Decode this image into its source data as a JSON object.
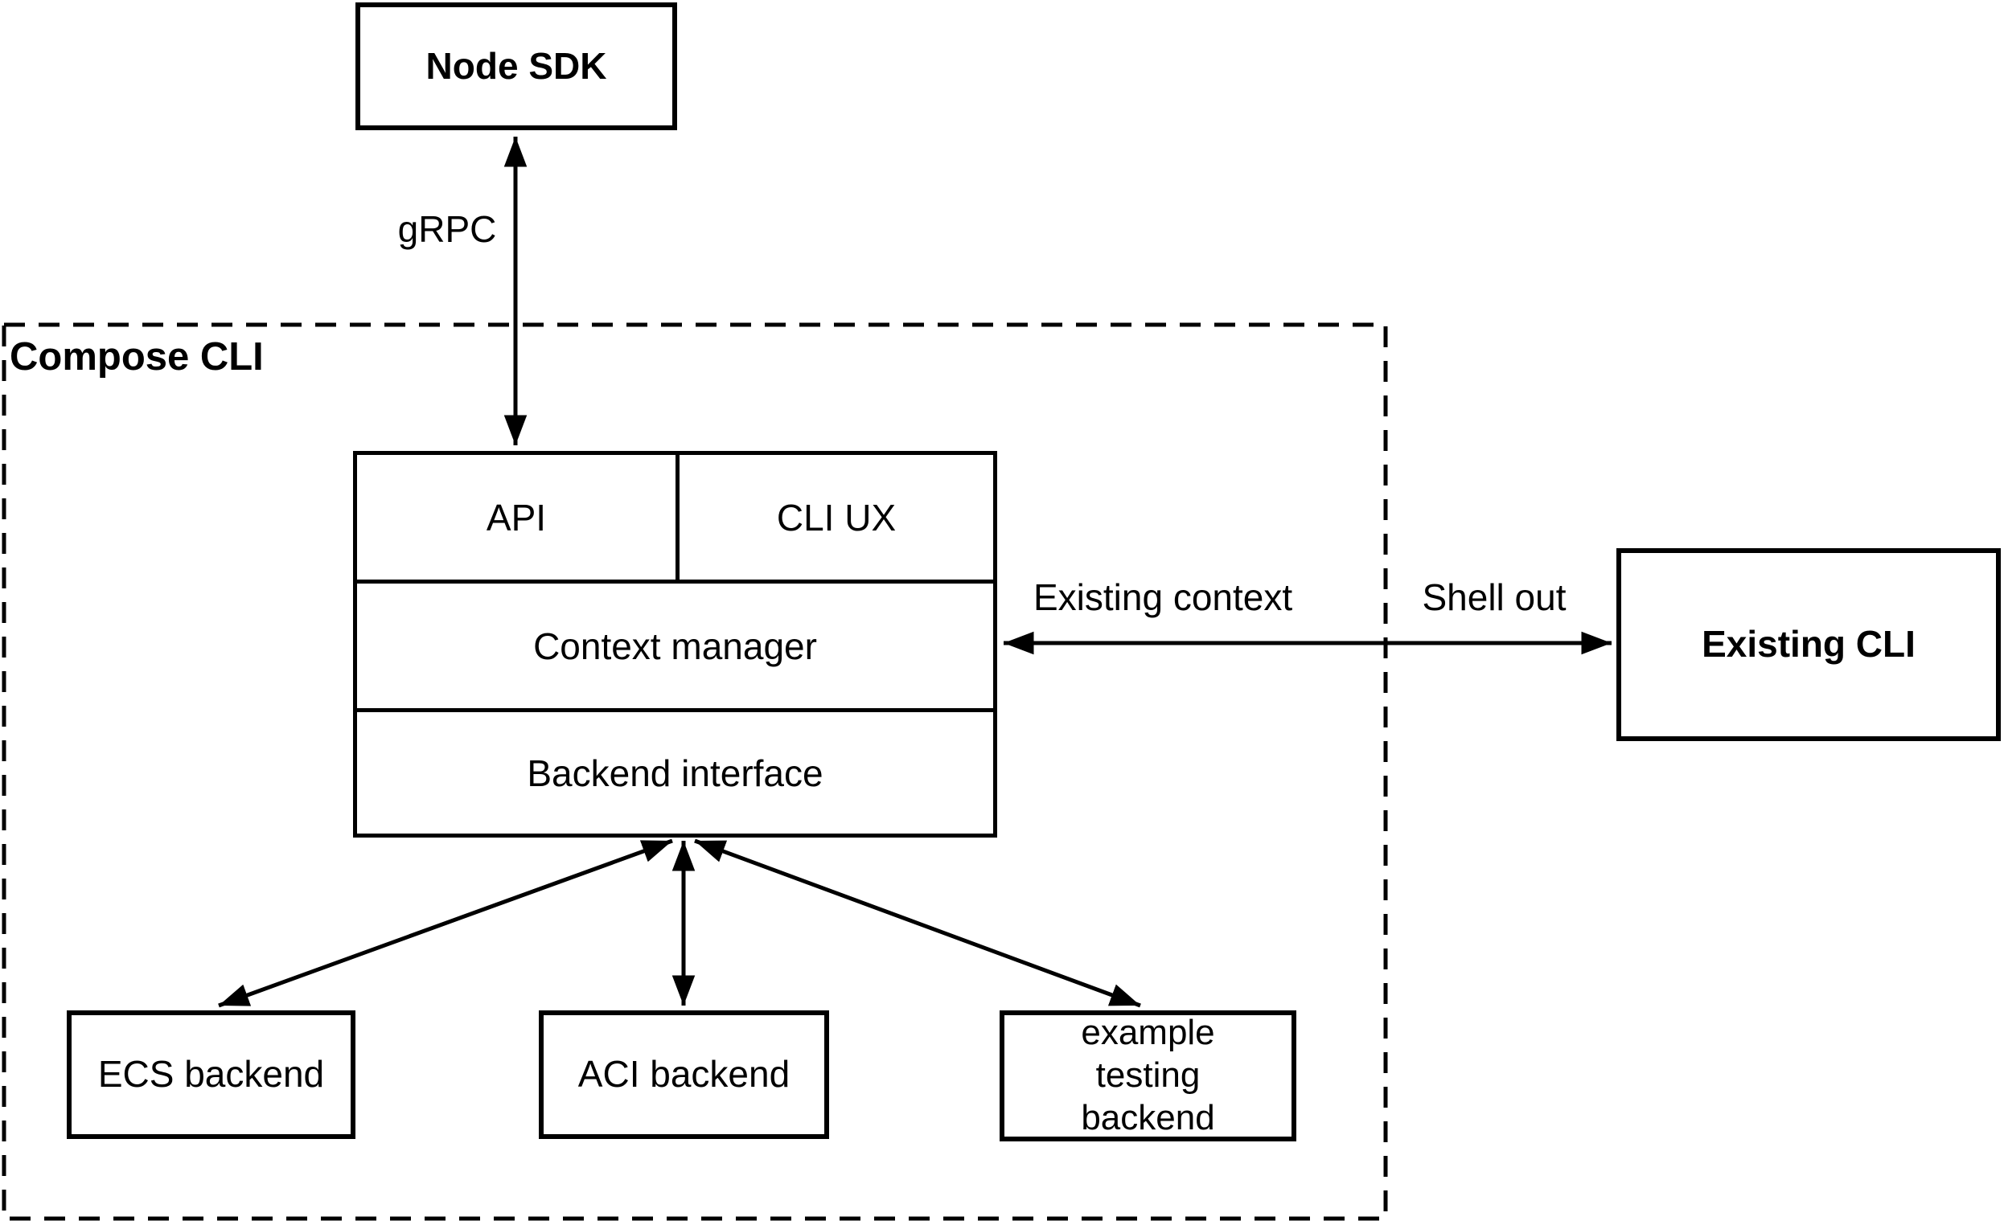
{
  "canvas": {
    "background": "#ffffff",
    "stroke": "#000000"
  },
  "container": {
    "label": "Compose CLI"
  },
  "nodes": {
    "node_sdk": {
      "label": "Node SDK"
    },
    "api": {
      "label": "API"
    },
    "cli_ux": {
      "label": "CLI UX"
    },
    "context_manager": {
      "label": "Context manager"
    },
    "backend_interface": {
      "label": "Backend interface"
    },
    "ecs_backend": {
      "label": "ECS backend"
    },
    "aci_backend": {
      "label": "ACI backend"
    },
    "example_testing_backend": {
      "label": "example testing backend"
    },
    "existing_cli": {
      "label": "Existing CLI"
    }
  },
  "edges": {
    "grpc": {
      "label": "gRPC"
    },
    "existing_context": {
      "label": "Existing context"
    },
    "shell_out": {
      "label": "Shell out"
    }
  }
}
